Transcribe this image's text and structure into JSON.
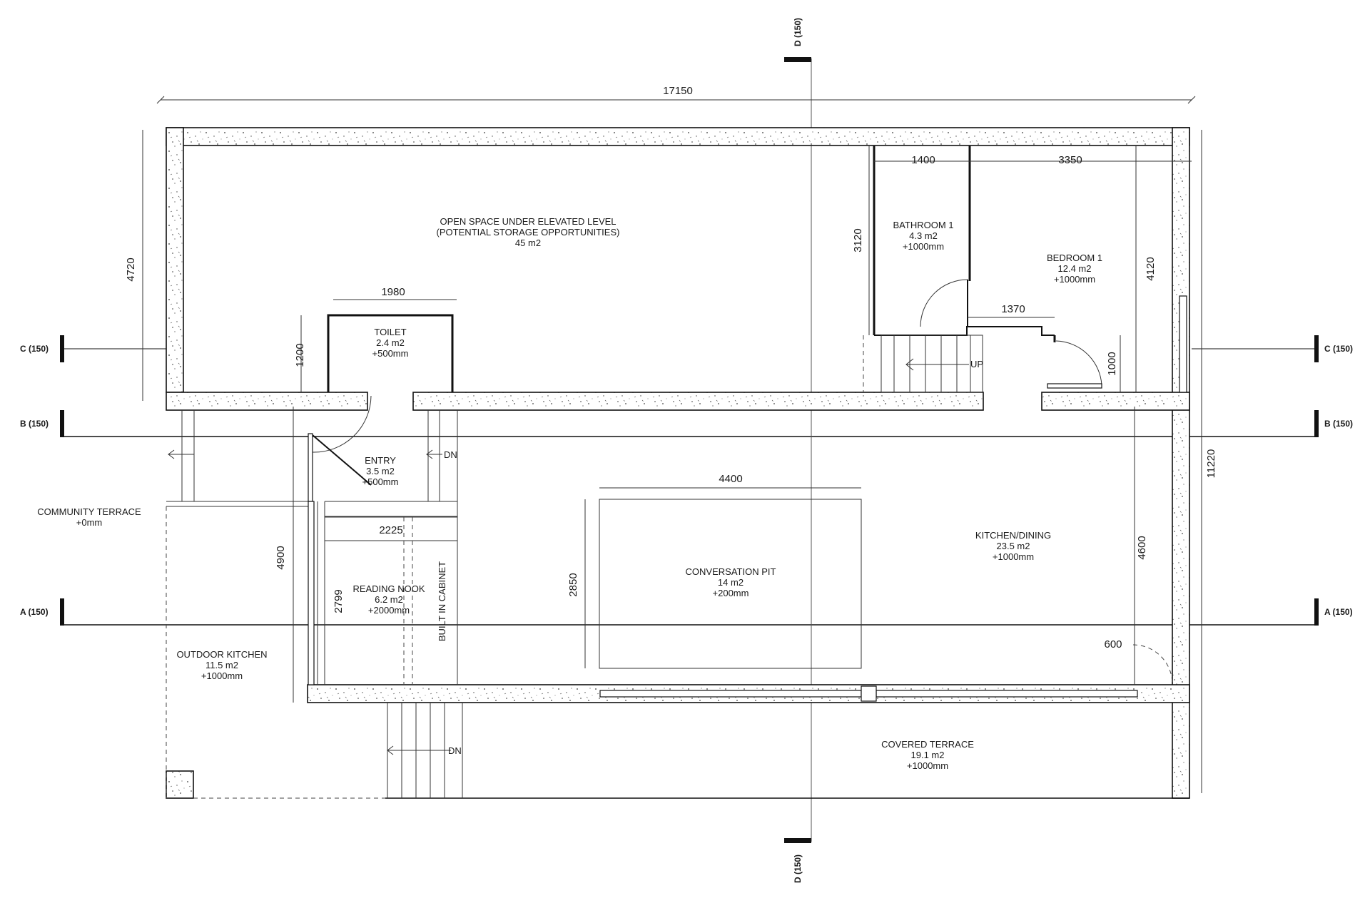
{
  "dimensions": {
    "overall_width": "17150",
    "overall_height": "11220",
    "upper_height": "4720",
    "bathroom_width": "1400",
    "bedroom_width": "3350",
    "bathroom_height": "3120",
    "bedroom_height": "4120",
    "toilet_width": "1980",
    "toilet_height": "1200",
    "stair_width": "1370",
    "door_1000": "1000",
    "pit_width": "4400",
    "pit_height": "2850",
    "nook_width": "2225",
    "nook_height": "2799",
    "entry_height": "4900",
    "kitchen_height": "4600",
    "clearance_600": "600"
  },
  "grid_markers": {
    "a": "A (150)",
    "b": "B (150)",
    "c": "C (150)",
    "d": "D (150)"
  },
  "rooms": {
    "open_space": {
      "line1": "OPEN SPACE UNDER ELEVATED LEVEL",
      "line2": "(POTENTIAL STORAGE OPPORTUNITIES)",
      "area": "45 m2"
    },
    "bathroom": {
      "name": "BATHROOM 1",
      "area": "4.3 m2",
      "level": "+1000mm"
    },
    "bedroom": {
      "name": "BEDROOM 1",
      "area": "12.4 m2",
      "level": "+1000mm"
    },
    "toilet": {
      "name": "TOILET",
      "area": "2.4 m2",
      "level": "+500mm"
    },
    "entry": {
      "name": "ENTRY",
      "area": "3.5 m2",
      "level": "+500mm"
    },
    "community_terrace": {
      "name": "COMMUNITY TERRACE",
      "level": "+0mm"
    },
    "reading_nook": {
      "name": "READING NOOK",
      "area": "6.2 m2",
      "level": "+2000mm"
    },
    "built_in_cabinet": {
      "name": "BUILT IN CABINET"
    },
    "conversation_pit": {
      "name": "CONVERSATION PIT",
      "area": "14 m2",
      "level": "+200mm"
    },
    "kitchen_dining": {
      "name": "KITCHEN/DINING",
      "area": "23.5 m2",
      "level": "+1000mm"
    },
    "outdoor_kitchen": {
      "name": "OUTDOOR KITCHEN",
      "area": "11.5 m2",
      "level": "+1000mm"
    },
    "covered_terrace": {
      "name": "COVERED TERRACE",
      "area": "19.1 m2",
      "level": "+1000mm"
    }
  },
  "annotations": {
    "up": "UP",
    "dn": "DN"
  },
  "colors": {
    "line": "#111111",
    "background": "#ffffff"
  }
}
